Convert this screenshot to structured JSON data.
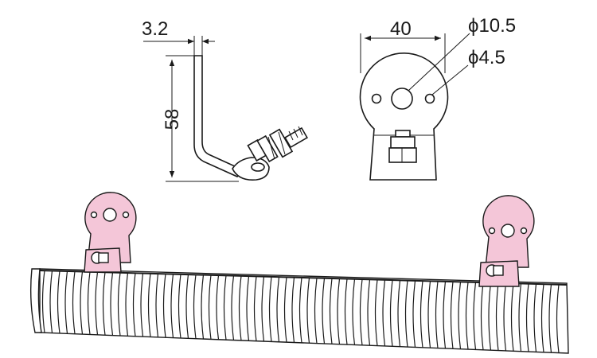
{
  "dimensions": {
    "thickness": "3.2",
    "height": "58",
    "width": "40",
    "large_hole": "ϕ10.5",
    "small_hole": "ϕ4.5"
  },
  "colors": {
    "line": "#1a1a1a",
    "bracket_fill": "#f4c6d8",
    "hose_fill": "#ffffff"
  }
}
